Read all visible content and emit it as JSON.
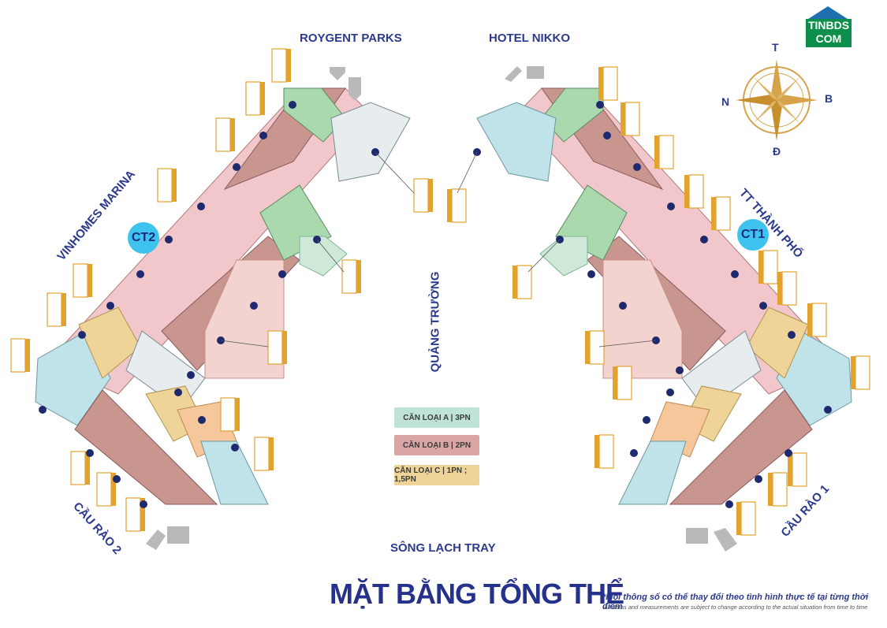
{
  "labels": {
    "roygent": "ROYGENT PARKS",
    "nikko": "HOTEL NIKKO",
    "vinhomes": "VINHOMES MARINA",
    "thanhpho": "TT THÀNH PHỐ",
    "quangtruong": "QUẢNG TRƯỜNG",
    "caurao1": "CẦU RÀO 1",
    "caurao2": "CẦU RÀO 2",
    "songlachtray": "SÔNG LẠCH TRAY"
  },
  "towers": {
    "ct1": "CT1",
    "ct2": "CT2"
  },
  "legend": [
    {
      "text": "CĂN LOẠI A | 3PN",
      "color": "#bfe3d8"
    },
    {
      "text": "CĂN LOẠI B | 2PN",
      "color": "#d9a6a4"
    },
    {
      "text": "CĂN LOẠI C | 1PN ; 1,5PN",
      "color": "#efd49a"
    }
  ],
  "compass": {
    "n": "T",
    "e": "B",
    "s": "Đ",
    "w": "N"
  },
  "logo": {
    "line1": "TINBDS",
    "line2": "COM"
  },
  "title": "MẶT BẰNG TỔNG THỂ",
  "note_vi": "*Mọi thông số có thể thay đổi theo tình hình thực tế tại từng thời điểm",
  "note_en": "All datas and measurements are subject to change according to the actual situation from time to time",
  "colors": {
    "typeA": "#bfe3d8",
    "typeAdark": "#9fd3a3",
    "typeB": "#d9a6a4",
    "typeBpink": "#f1c7cc",
    "typeC": "#efd49a",
    "core": "#e7ecef",
    "tag": "#e3a22e",
    "navy": "#2b3a8c",
    "cyan": "#3ec3ee"
  }
}
